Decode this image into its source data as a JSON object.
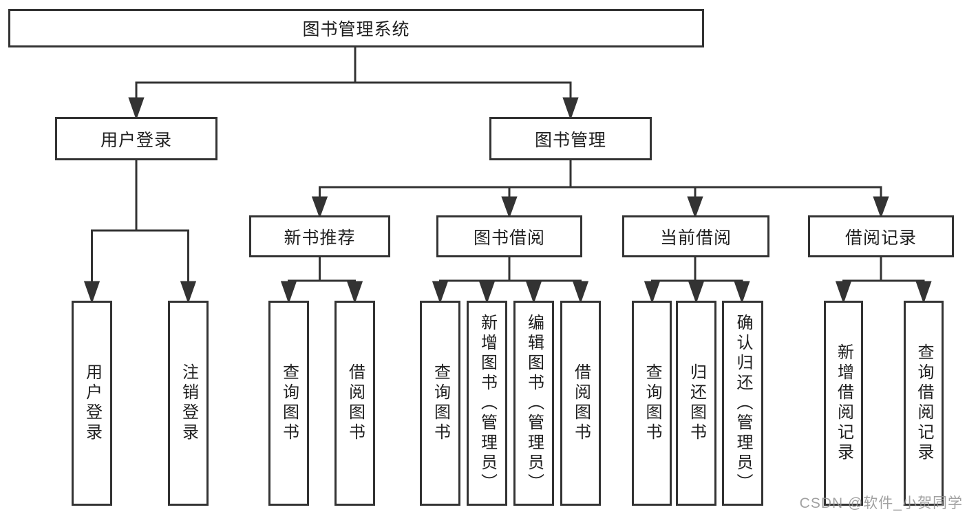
{
  "colors": {
    "line": "#333333",
    "box_border": "#333333",
    "text": "#1f1f1f",
    "background": "#ffffff",
    "watermark": "#919191"
  },
  "nodes": {
    "root": "图书管理系统",
    "user_login": "用户登录",
    "book_mgmt": "图书管理",
    "new_books": "新书推荐",
    "book_borrow": "图书借阅",
    "current_borrow": "当前借阅",
    "borrow_records": "借阅记录",
    "leaves": {
      "login": [
        "用户登录",
        "注销登录"
      ],
      "new_books": [
        "查询图书",
        "借阅图书"
      ],
      "book_borrow": [
        "查询图书",
        "新增图书（管理员）",
        "编辑图书（管理员）",
        "借阅图书"
      ],
      "current_borrow": [
        "查询图书",
        "归还图书",
        "确认归还（管理员）"
      ],
      "borrow_records": [
        "新增借阅记录",
        "查询借阅记录"
      ]
    }
  },
  "watermark": {
    "text": "CSDN @软件_小贺同学"
  }
}
